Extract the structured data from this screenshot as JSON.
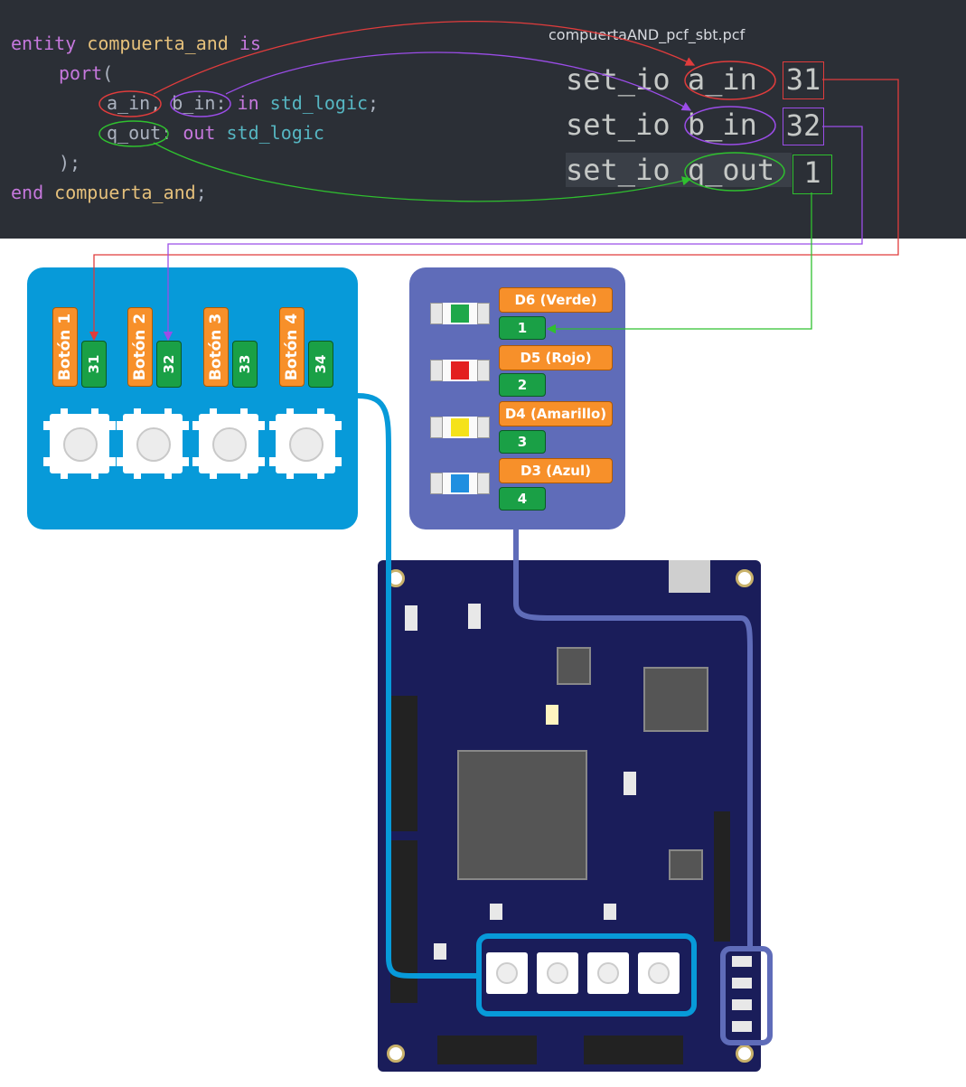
{
  "vhdl": {
    "kw_entity": "entity",
    "entity_name": "compuerta_and",
    "kw_is": "is",
    "kw_port": "port",
    "paren_open": "(",
    "a_in": "a_in",
    "comma": ",",
    "b_in": "b_in",
    "colon": ":",
    "kw_in": "in",
    "std_logic": "std_logic",
    "semicolon": ";",
    "q_out": "q_out",
    "kw_out": "out",
    "close_paren": ");",
    "kw_end": "end"
  },
  "pcf": {
    "filename": "compuertaAND_pcf_sbt.pcf",
    "lines": [
      {
        "cmd": "set_io",
        "port": "a_in",
        "pin": "31"
      },
      {
        "cmd": "set_io",
        "port": "b_in",
        "pin": "32"
      },
      {
        "cmd": "set_io",
        "port": "q_out",
        "pin": "1"
      }
    ]
  },
  "buttons": [
    {
      "label": "Botón 1",
      "pin": "31"
    },
    {
      "label": "Botón 2",
      "pin": "32"
    },
    {
      "label": "Botón 3",
      "pin": "33"
    },
    {
      "label": "Botón 4",
      "pin": "34"
    }
  ],
  "leds": [
    {
      "label": "D6 (Verde)",
      "pin": "1",
      "color": "#1ea84a"
    },
    {
      "label": "D5 (Rojo)",
      "pin": "2",
      "color": "#e32020"
    },
    {
      "label": "D4 (Amarillo)",
      "pin": "3",
      "color": "#f5e21a"
    },
    {
      "label": "D3 (Azul)",
      "pin": "4",
      "color": "#1f8fe0"
    }
  ],
  "colors": {
    "a_in_link": "#e03c3c",
    "b_in_link": "#9b4de8",
    "q_out_link": "#2fc02f",
    "buttons_panel": "#079ad9",
    "leds_panel": "#5f6cb9",
    "board": "#1a1d5a"
  }
}
